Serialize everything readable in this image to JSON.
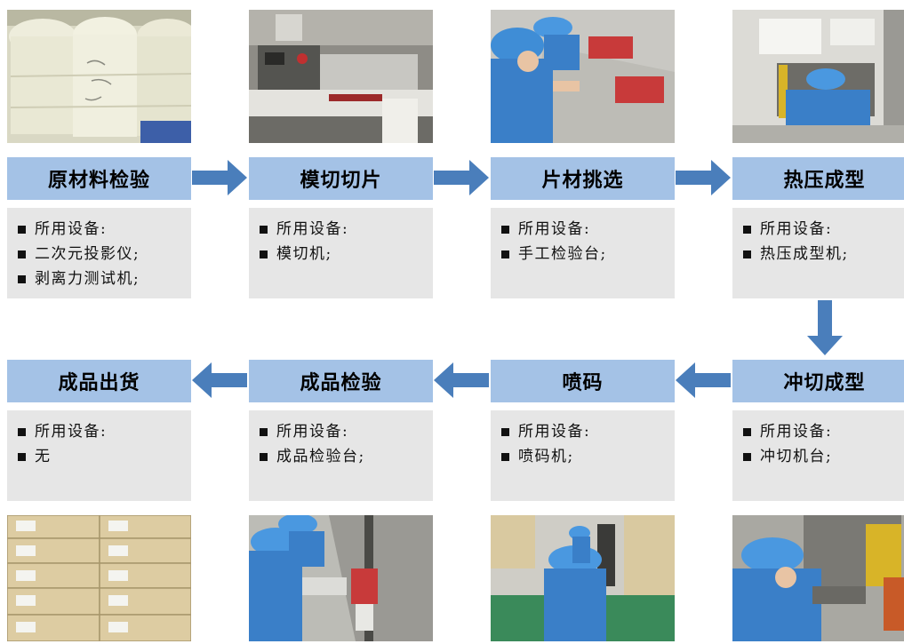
{
  "colors": {
    "step_fill": "#a4c2e6",
    "equip_fill": "#e6e6e6",
    "arrow": "#4a7ebb"
  },
  "top_row": [
    {
      "title": "原材料检验",
      "equipment": [
        "所用设备:",
        "二次元投影仪;",
        "剥离力测试机;"
      ],
      "photo": "raw-material-rolls"
    },
    {
      "title": "模切切片",
      "equipment": [
        "所用设备:",
        "模切机;"
      ],
      "photo": "die-cutting-machine"
    },
    {
      "title": "片材挑选",
      "equipment": [
        "所用设备:",
        "手工检验台;"
      ],
      "photo": "manual-sorting-workers"
    },
    {
      "title": "热压成型",
      "equipment": [
        "所用设备:",
        "热压成型机;"
      ],
      "photo": "hot-press-operator"
    }
  ],
  "bottom_row": [
    {
      "title": "成品出货",
      "equipment": [
        "所用设备:",
        "无"
      ],
      "photo": "shipping-boxes"
    },
    {
      "title": "成品检验",
      "equipment": [
        "所用设备:",
        "成品检验台;"
      ],
      "photo": "final-inspection-workers"
    },
    {
      "title": "喷码",
      "equipment": [
        "所用设备:",
        "喷码机;"
      ],
      "photo": "inkjet-coding-workers"
    },
    {
      "title": "冲切成型",
      "equipment": [
        "所用设备:",
        "冲切机台;"
      ],
      "photo": "punching-machine-operator"
    }
  ]
}
